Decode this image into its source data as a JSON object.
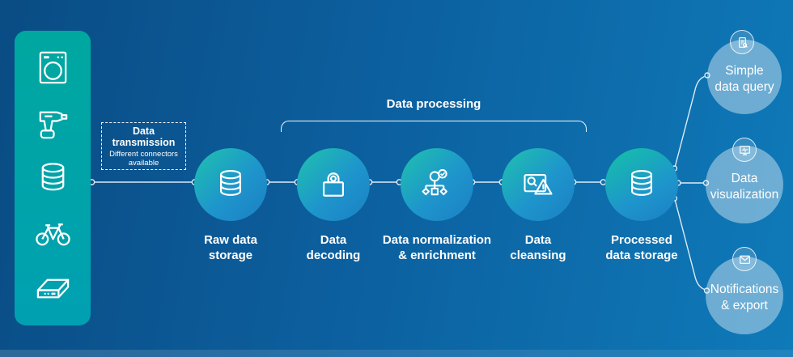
{
  "palette": {
    "background_left": "#0a4c84",
    "background_right": "#0f7ab9",
    "panel_teal": "#00a3a8",
    "node_gradient_start": "#1fc3ad",
    "node_gradient_end": "#1b80c3",
    "output_circle_fill": "rgba(233,243,250,0.44)",
    "text": "#ffffff"
  },
  "devices_panel": {
    "icons": [
      "washing-machine-icon",
      "power-drill-icon",
      "database-icon",
      "bicycle-icon",
      "server-box-icon"
    ]
  },
  "transmission": {
    "title": "Data\ntransmission",
    "subtitle": "Different connectors available"
  },
  "processing_group": {
    "label": "Data processing"
  },
  "nodes": {
    "raw": {
      "label": "Raw data\nstorage",
      "icon": "database-icon"
    },
    "decoding": {
      "label": "Data\ndecoding",
      "icon": "lock-icon"
    },
    "normalization": {
      "label": "Data normalization\n& enrichment",
      "icon": "hierarchy-check-icon"
    },
    "cleansing": {
      "label": "Data\ncleansing",
      "icon": "image-warning-icon"
    },
    "processed": {
      "label": "Processed\ndata storage",
      "icon": "database-icon"
    }
  },
  "outputs": {
    "query": {
      "label": "Simple\ndata query",
      "icon": "document-search-icon"
    },
    "visualization": {
      "label": "Data\nvisualization",
      "icon": "chart-monitor-icon"
    },
    "notifications": {
      "label": "Notifications\n& export",
      "icon": "envelope-icon"
    }
  }
}
